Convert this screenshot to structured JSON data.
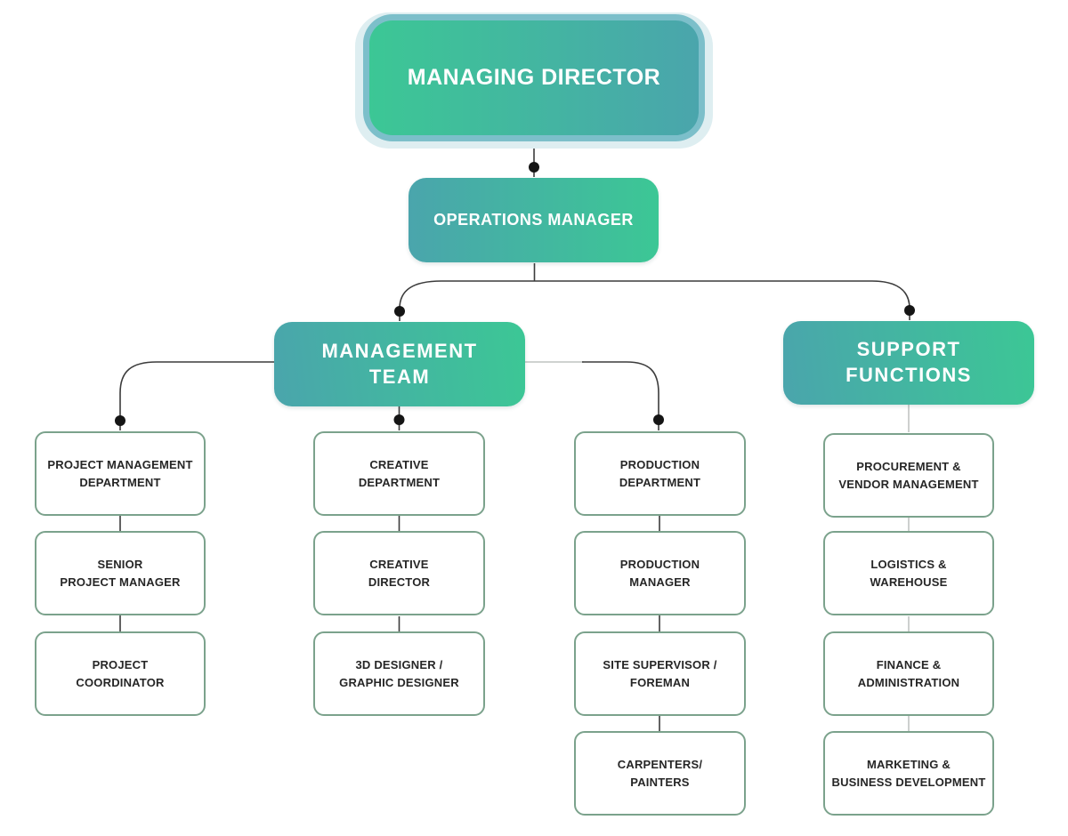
{
  "org": {
    "managing_director": "MANAGING DIRECTOR",
    "operations_manager": "OPERATIONS MANAGER",
    "management_team": "MANAGEMENT\nTEAM",
    "support_functions": "SUPPORT\nFUNCTIONS",
    "columns": [
      {
        "name": "project-management",
        "items": [
          "PROJECT MANAGEMENT\nDEPARTMENT",
          "SENIOR\nPROJECT MANAGER",
          "PROJECT\nCOORDINATOR"
        ]
      },
      {
        "name": "creative",
        "items": [
          "CREATIVE\nDEPARTMENT",
          "CREATIVE\nDIRECTOR",
          "3D DESIGNER /\nGRAPHIC DESIGNER"
        ]
      },
      {
        "name": "production",
        "items": [
          "PRODUCTION\nDEPARTMENT",
          "PRODUCTION\nMANAGER",
          "SITE SUPERVISOR /\nFOREMAN",
          "CARPENTERS/\nPAINTERS"
        ]
      },
      {
        "name": "support-functions",
        "items": [
          "PROCUREMENT &\nVENDOR MANAGEMENT",
          "LOGISTICS &\nWAREHOUSE",
          "FINANCE &\nADMINISTRATION",
          "MARKETING &\nBUSINESS DEVELOPMENT"
        ]
      }
    ]
  },
  "colors": {
    "green": "#3CC795",
    "teal": "#4AA5AC",
    "leaf_border": "#7BA28C",
    "leaf_text": "#262626",
    "connector_dark": "#3C3C3C",
    "connector_light": "#C8CBCA",
    "dot": "#151515",
    "md_ring": "#7CBFCA",
    "md_halo": "#DEEEF1"
  }
}
